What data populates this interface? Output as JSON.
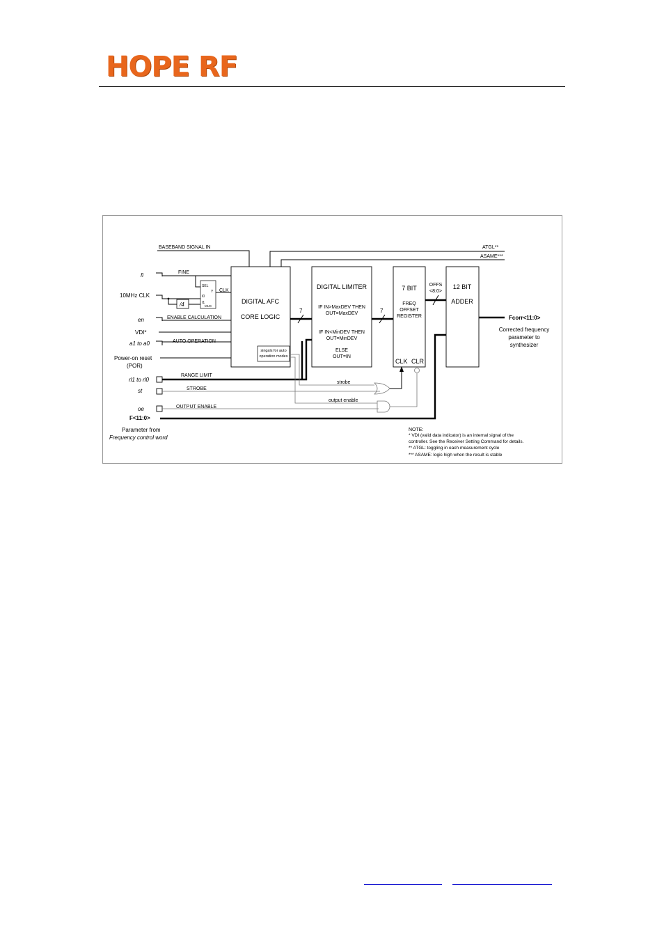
{
  "header": {
    "logo_text": "HOPE RF"
  },
  "diagram": {
    "inputs": {
      "fi": "fi",
      "clk10": "10MHz CLK",
      "en": "en",
      "vdi": "VDI*",
      "a1a0": "a1 to a0",
      "por_line1": "Power-on reset",
      "por_line2": "(POR)",
      "rl": "rl1 to rl0",
      "st": "st",
      "oe": "oe",
      "f": "F<11:0>",
      "param1": "Parameter from",
      "param2": "Frequency control word"
    },
    "signals": {
      "baseband": "BASEBAND SIGNAL IN",
      "fine": "FINE",
      "enable_calc": "ENABLE CALCULATION",
      "auto_op": "AUTO OPERATION",
      "range_limit": "RANGE LIMIT",
      "strobe_u": "STROBE",
      "output_enable_u": "OUTPUT ENABLE",
      "strobe": "strobe",
      "output_enable": "output enable",
      "atgl": "ATGL**",
      "asame": "ASAME***",
      "clk": "CLK",
      "bus7a": "7",
      "bus7b": "7"
    },
    "mux": {
      "sel": "SEL",
      "y": "Y",
      "i0": "I0",
      "i1": "I1",
      "name": "MUX",
      "div4": "/4"
    },
    "blocks": {
      "afc_1": "DIGITAL AFC",
      "afc_2": "CORE LOGIC",
      "afc_sub_1": "singals for auto",
      "afc_sub_2": "operation modes",
      "lim_title": "DIGITAL LIMITER",
      "lim_1": "IF IN>MaxDEV THEN",
      "lim_2": "OUT=MaxDEV",
      "lim_3": "IF IN<MinDEV THEN",
      "lim_4": "OUT=MinDEV",
      "lim_5": "ELSE",
      "lim_6": "OUT=IN",
      "reg_1": "7 BIT",
      "reg_2": "FREQ",
      "reg_3": "OFFSET",
      "reg_4": "REGISTER",
      "reg_clk": "CLK",
      "reg_clr": "CLR",
      "offs_1": "OFFS",
      "offs_2": "<8:0>",
      "add_1": "12 BIT",
      "add_2": "ADDER"
    },
    "output": {
      "fcorr": "Fcorr<11:0>",
      "desc_1": "Corrected frequency",
      "desc_2": "parameter to",
      "desc_3": "synthesizer"
    },
    "notes": {
      "title": "NOTE:",
      "n1": "* VDI (valid data indicator) is an internal signal of the",
      "n1b": "controller. See the Receiver Setting Command for details.",
      "n2": "** ATGL: toggling in each measurement cycle",
      "n3": "*** ASAME: logic high when the result is stable"
    }
  },
  "colors": {
    "logo": "#e8661c",
    "link": "#0000cc",
    "frame": "#9a9a9a"
  }
}
